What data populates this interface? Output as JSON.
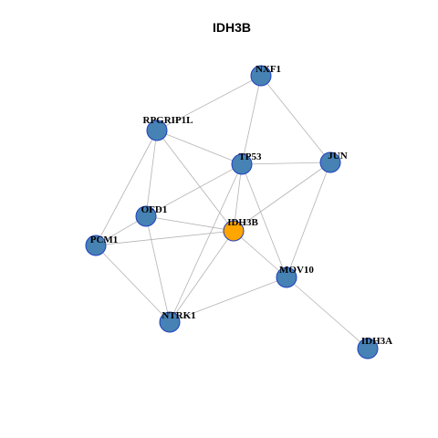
{
  "title": "IDH3B",
  "colors": {
    "node_fill": "#4682b4",
    "node_stroke": "#1f3fbf",
    "focus_fill": "#ffa500",
    "edge": "#b3b3b3"
  },
  "nodes": [
    {
      "id": "NXF1",
      "label": "NXF1",
      "focus": false
    },
    {
      "id": "RPGRIP1L",
      "label": "RPGRIP1L",
      "focus": false
    },
    {
      "id": "TP53",
      "label": "TP53",
      "focus": false
    },
    {
      "id": "JUN",
      "label": "JUN",
      "focus": false
    },
    {
      "id": "OFD1",
      "label": "OFD1",
      "focus": false
    },
    {
      "id": "IDH3B",
      "label": "IDH3B",
      "focus": true
    },
    {
      "id": "PCM1",
      "label": "PCM1",
      "focus": false
    },
    {
      "id": "MOV10",
      "label": "MOV10",
      "focus": false
    },
    {
      "id": "NTRK1",
      "label": "NTRK1",
      "focus": false
    },
    {
      "id": "IDH3A",
      "label": "IDH3A",
      "focus": false
    }
  ],
  "edges": [
    [
      "NXF1",
      "RPGRIP1L"
    ],
    [
      "NXF1",
      "TP53"
    ],
    [
      "NXF1",
      "JUN"
    ],
    [
      "RPGRIP1L",
      "TP53"
    ],
    [
      "RPGRIP1L",
      "OFD1"
    ],
    [
      "RPGRIP1L",
      "PCM1"
    ],
    [
      "RPGRIP1L",
      "IDH3B"
    ],
    [
      "TP53",
      "JUN"
    ],
    [
      "TP53",
      "OFD1"
    ],
    [
      "TP53",
      "IDH3B"
    ],
    [
      "TP53",
      "MOV10"
    ],
    [
      "TP53",
      "NTRK1"
    ],
    [
      "JUN",
      "IDH3B"
    ],
    [
      "JUN",
      "MOV10"
    ],
    [
      "OFD1",
      "PCM1"
    ],
    [
      "OFD1",
      "IDH3B"
    ],
    [
      "OFD1",
      "NTRK1"
    ],
    [
      "PCM1",
      "IDH3B"
    ],
    [
      "PCM1",
      "NTRK1"
    ],
    [
      "IDH3B",
      "MOV10"
    ],
    [
      "IDH3B",
      "NTRK1"
    ],
    [
      "MOV10",
      "NTRK1"
    ],
    [
      "MOV10",
      "IDH3A"
    ]
  ]
}
